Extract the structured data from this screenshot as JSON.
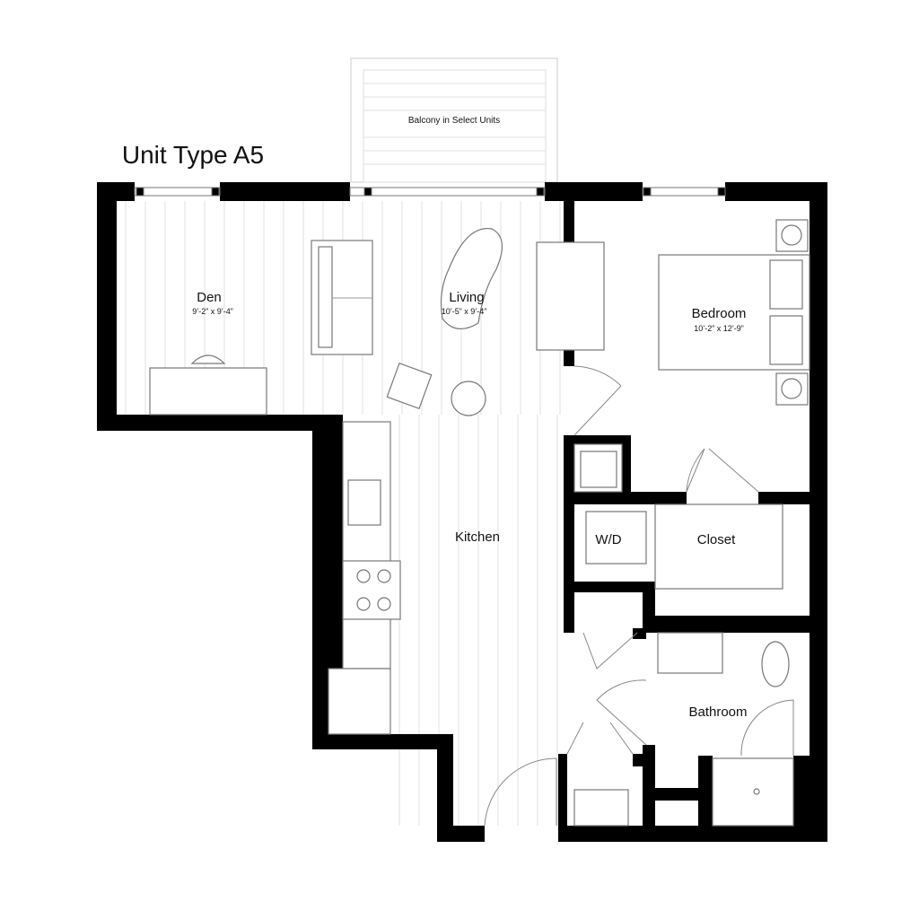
{
  "title": "Unit Type A5",
  "balcony_label": "Balcony in Select Units",
  "rooms": [
    {
      "name": "Den",
      "dims": "9’-2” x 9’-4”"
    },
    {
      "name": "Living",
      "dims": "10’-5” x 9’-4”"
    },
    {
      "name": "Bedroom",
      "dims": "10’-2” x 12’-9”"
    },
    {
      "name": "Kitchen"
    },
    {
      "name": "W/D"
    },
    {
      "name": "Closet"
    },
    {
      "name": "Bathroom"
    }
  ],
  "colors": {
    "wall": "#000000",
    "line": "#999999"
  }
}
